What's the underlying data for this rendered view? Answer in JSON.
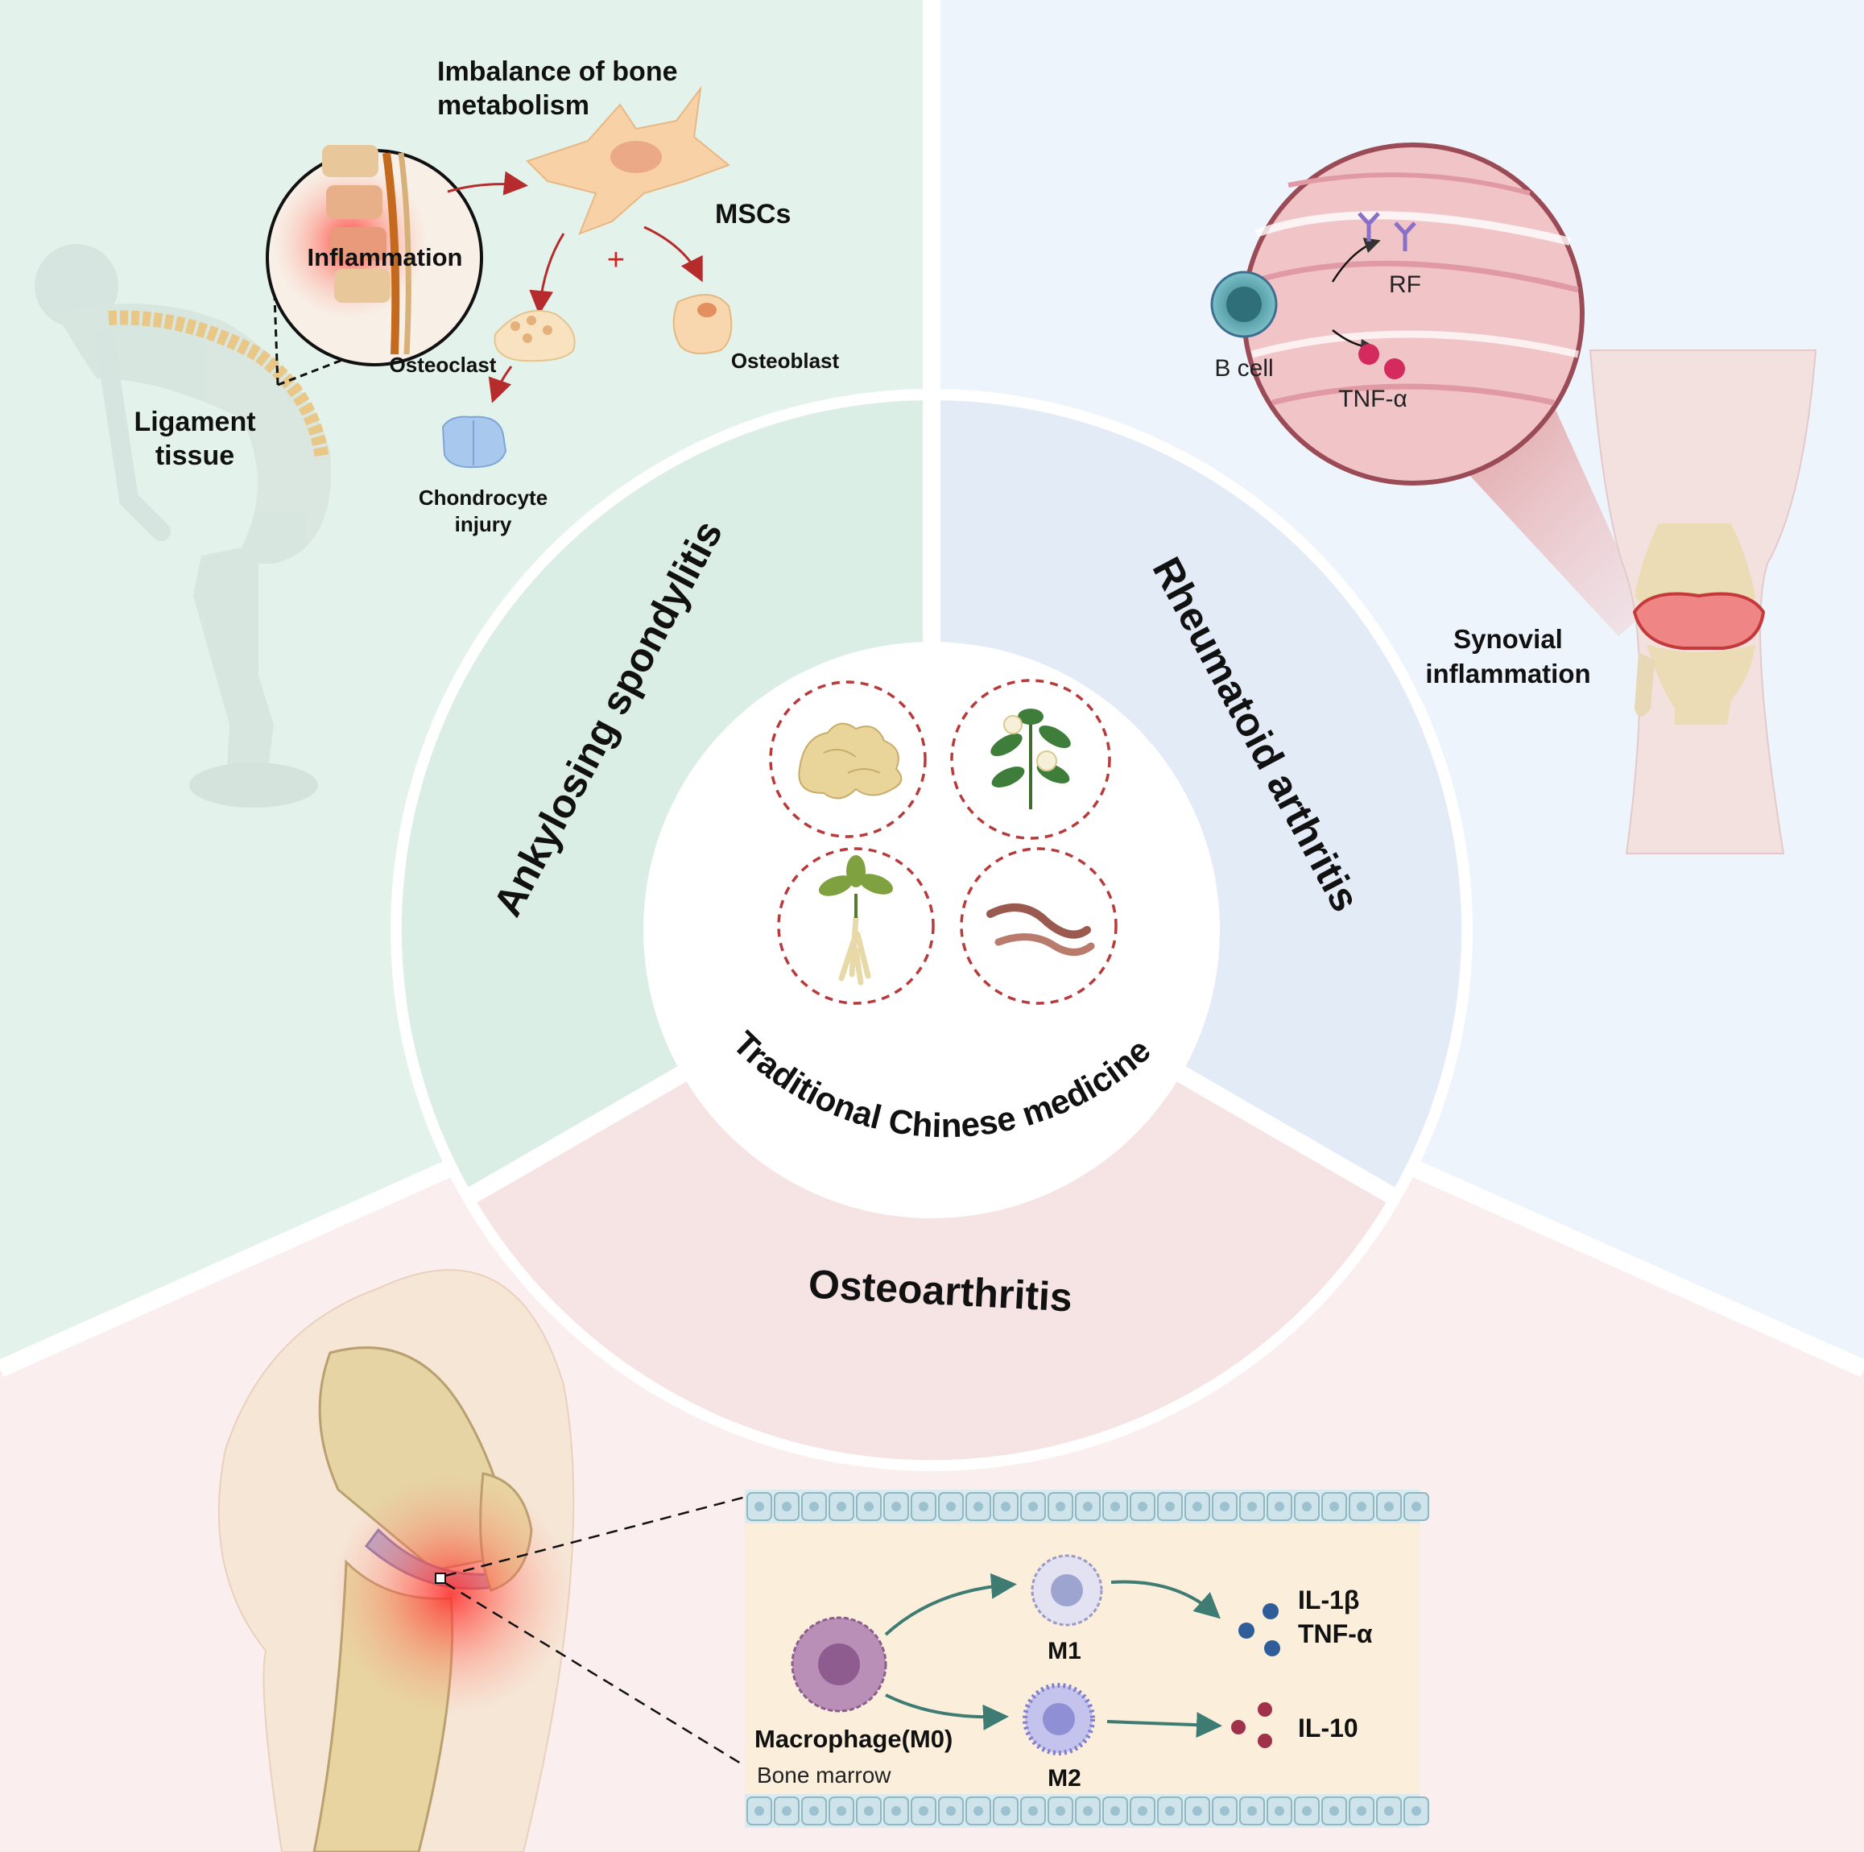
{
  "colors": {
    "as_bg": "#e4f2ec",
    "ra_bg": "#eef4fb",
    "oa_bg": "#fbeeee",
    "as_ring": "#dbeee6",
    "ra_ring": "#e3ebf6",
    "oa_ring": "#f6e4e4",
    "divider": "#ffffff",
    "herb_circle_stroke": "#b83a3a",
    "arrow_red": "#b62b2b",
    "arrow_teal": "#3d7b73"
  },
  "center": {
    "title": "Traditional Chinese medicine",
    "herbs": [
      "ginger-icon",
      "flowering-herb-icon",
      "ginseng-root-icon",
      "earthworm-icon"
    ]
  },
  "ring": {
    "as_title": "Ankylosing spondylitis",
    "ra_title": "Rheumatoid arthritis",
    "oa_title": "Osteoarthritis"
  },
  "as_panel": {
    "imbalance_line1": "Imbalance of bone",
    "imbalance_line2": "metabolism",
    "mscs": "MSCs",
    "inflammation": "Inflammation",
    "plus": "+",
    "osteoclast": "Osteoclast",
    "osteoblast": "Osteoblast",
    "ligament_line1": "Ligament",
    "ligament_line2": "tissue",
    "chondro_line1": "Chondrocyte",
    "chondro_line2": "injury"
  },
  "ra_panel": {
    "rf": "RF",
    "b_cell": "B cell",
    "tnf": "TNF-α",
    "synovial_line1": "Synovial",
    "synovial_line2": "inflammation"
  },
  "oa_panel": {
    "m1": "M1",
    "m2": "M2",
    "il1b": "IL-1β",
    "tnf": "TNF-α",
    "il10": "IL-10",
    "macrophage": "Macrophage(M0)",
    "bone_marrow": "Bone marrow"
  }
}
